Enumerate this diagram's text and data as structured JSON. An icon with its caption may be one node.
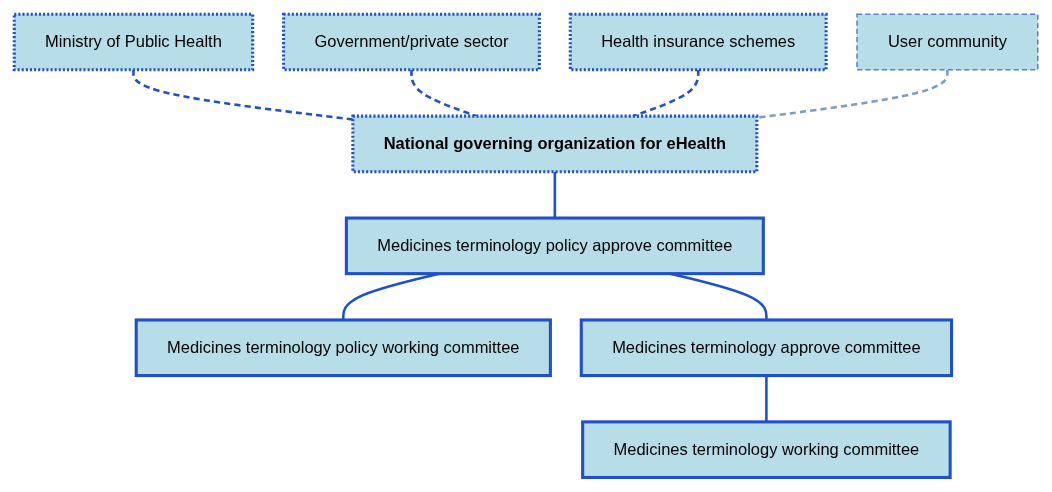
{
  "diagram": {
    "nodes": [
      {
        "text": [
          "National governing organization for eHealth"
        ]
      },
      {
        "text": [
          "Ministry of Public Health"
        ]
      },
      {
        "text": [
          "Health insurance schemes"
        ]
      },
      {
        "text": [
          "Government/private sector"
        ]
      },
      {
        "text": [
          "User community"
        ]
      },
      {
        "text": [
          "Medicines terminology policy approve committee"
        ]
      },
      {
        "text": [
          "Medicines terminology policy working committee"
        ]
      },
      {
        "text": [
          "Medicines terminology approve committee"
        ]
      },
      {
        "text": [
          "Medicines terminology working committee"
        ]
      }
    ],
    "edges": [
      {
        "from": 1,
        "to": 0,
        "arrow": "none",
        "style": "dashed"
      },
      {
        "from": 3,
        "to": 0,
        "arrow": "none",
        "style": "dashed"
      },
      {
        "from": 2,
        "to": 0,
        "arrow": "none",
        "style": "dashed"
      },
      {
        "from": 4,
        "to": 0,
        "arrow": "none",
        "style": "dashed",
        "color": "#7f9cc4"
      },
      {
        "from": 0,
        "to": 5,
        "arrow": "none"
      },
      {
        "from": 5,
        "to": 6,
        "arrow": "none"
      },
      {
        "from": 5,
        "to": 7,
        "arrow": "none"
      },
      {
        "from": 7,
        "to": 8,
        "arrow": "none"
      }
    ]
  }
}
